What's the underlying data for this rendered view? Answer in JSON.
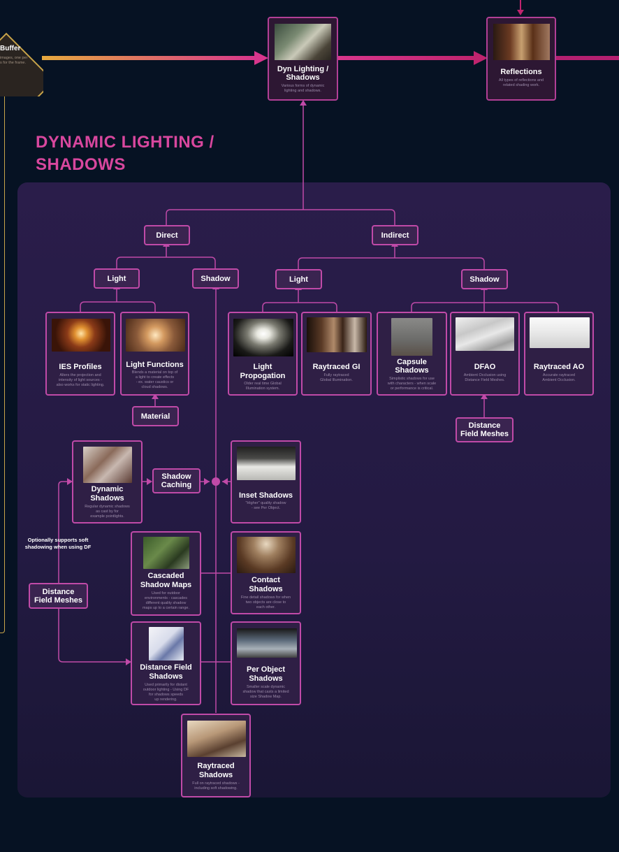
{
  "heading": [
    "DYNAMIC LIGHTING /",
    "SHADOWS"
  ],
  "top": {
    "buffer": {
      "title": "Buffer",
      "desc": [
        "images, one per",
        "s for the frame."
      ]
    },
    "dyn": {
      "title": [
        "Dyn Lighting /",
        "Shadows"
      ],
      "desc": [
        "Various forms of dynamic",
        "lighting and shadows."
      ]
    },
    "reflections": {
      "title": "Reflections",
      "desc": [
        "All types of reflections and",
        "related shading work."
      ]
    }
  },
  "tags": {
    "direct": "Direct",
    "indirect": "Indirect",
    "light_direct": "Light",
    "shadow_direct": "Shadow",
    "light_indirect": "Light",
    "shadow_indirect": "Shadow",
    "material": "Material",
    "df_meshes_right": [
      "Distance",
      "Field Meshes"
    ],
    "shadow_caching": [
      "Shadow",
      "Caching"
    ],
    "df_meshes_left": [
      "Distance",
      "Field Meshes"
    ]
  },
  "note": [
    "Optionally supports soft",
    "shadowing when using DF"
  ],
  "cards": {
    "ies": {
      "title": [
        "IES Profiles"
      ],
      "desc": [
        "Alters the projection and",
        "intensity of light sources -",
        "also works for static lighting."
      ]
    },
    "lightfn": {
      "title": [
        "Light Functions"
      ],
      "desc": [
        "Blends a material on top of",
        "a light to create effects",
        "- ex. water caustics or",
        "cloud shadows."
      ]
    },
    "lpv": {
      "title": [
        "Light",
        "Propogation"
      ],
      "desc": [
        "Older real time Global",
        "Illumination system."
      ]
    },
    "rtgi": {
      "title": [
        "Raytraced GI"
      ],
      "desc": [
        "Fully raytraced",
        "Global Illumination."
      ]
    },
    "capsule": {
      "title": [
        "Capsule",
        "Shadows"
      ],
      "desc": [
        "Simplistic shadows for use",
        "with characters - when scale",
        "or performance is critical."
      ]
    },
    "dfao": {
      "title": [
        "DFAO"
      ],
      "desc": [
        "Ambient Occlusion using",
        "Distance Field Meshes."
      ]
    },
    "rtao": {
      "title": [
        "Raytraced AO"
      ],
      "desc": [
        "Accurate raytraced",
        "Ambient Occlusion."
      ]
    },
    "dynshadows": {
      "title": [
        "Dynamic",
        "Shadows"
      ],
      "desc": [
        "Regular dynamic shadows",
        "as cast by for",
        "example pointlights."
      ]
    },
    "inset": {
      "title": [
        "Inset Shadows"
      ],
      "desc": [
        "\"Higher\" quality shadow",
        "- see Per Object."
      ]
    },
    "csm": {
      "title": [
        "Cascaded",
        "Shadow Maps"
      ],
      "desc": [
        "Used for outdoor",
        "environments - cascades",
        "different quality shadow",
        "maps up to a certain range."
      ]
    },
    "contact": {
      "title": [
        "Contact",
        "Shadows"
      ],
      "desc": [
        "Fine detail shadows for when",
        "two objects are close to",
        "each other."
      ]
    },
    "dfshadows": {
      "title": [
        "Distance Field",
        "Shadows"
      ],
      "desc": [
        "Used primarily for distant",
        "outdoor lighting - Using DF",
        "for shadows speeds",
        "up rendering."
      ]
    },
    "perobject": {
      "title": [
        "Per Object",
        "Shadows"
      ],
      "desc": [
        "Smaller scale dynamic",
        "shadow that casts a limited",
        "size Shadow Map."
      ]
    },
    "rtshadows": {
      "title": [
        "Raytraced",
        "Shadows"
      ],
      "desc": [
        "Full on raytraced shadows -",
        "including soft shadowing."
      ]
    }
  },
  "colors": {
    "line": "#c04aa8",
    "heading": "#d8479e",
    "gold": "#c9a54a",
    "arrow_pink": "#d8368c"
  }
}
